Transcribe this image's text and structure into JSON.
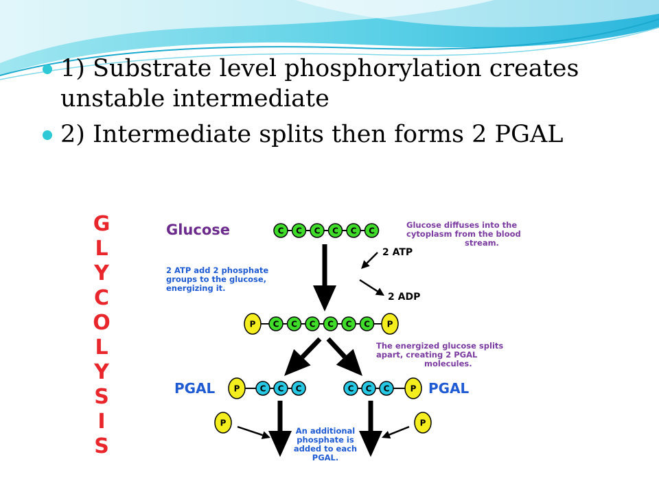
{
  "bullets": [
    {
      "text": "1) Substrate level phosphorylation creates\nunstable intermediate"
    },
    {
      "text": "2) Intermediate splits then forms 2 PGAL"
    }
  ],
  "diagram": {
    "side_title_letters": [
      "G",
      "L",
      "Y",
      "C",
      "O",
      "L",
      "Y",
      "S",
      "I",
      "S"
    ],
    "glucose_label": "Glucose",
    "carbon_label": "C",
    "phosphate_label": "P",
    "pgal_label": "PGAL",
    "note_top_right": [
      "Glucose diffuses into the",
      "cytoplasm from the blood",
      "stream."
    ],
    "note_left": [
      "2 ATP add 2 phosphate",
      "groups to the glucose,",
      "energizing it."
    ],
    "atp_label": "2 ATP",
    "adp_label": "2 ADP",
    "note_split": [
      "The energized glucose splits",
      "apart, creating 2 PGAL",
      "molecules."
    ],
    "note_bottom": [
      "An additional",
      "phosphate is",
      "added to each",
      "PGAL."
    ],
    "colors": {
      "title_red": "#e8262b",
      "glucose_purple": "#6b2a8c",
      "note_purple": "#7a3aa0",
      "pgal_blue": "#1e5ad2",
      "carbon_green": "#3fdc2a",
      "carbon_cyan": "#26c8e4",
      "phosphate_yellow": "#f4ee1e",
      "bullet_cyan": "#2fc8d6"
    }
  }
}
